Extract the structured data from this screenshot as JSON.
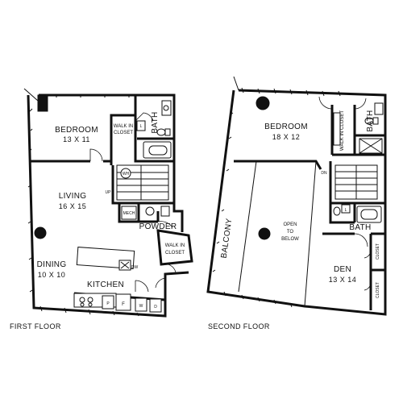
{
  "first_floor": {
    "caption": "FIRST FLOOR",
    "rooms": {
      "bedroom": {
        "name": "BEDROOM",
        "dims": "13 X 11"
      },
      "bath": {
        "name": "BATH"
      },
      "walk_in_closet": {
        "line1": "WALK IN",
        "line2": "CLOSET"
      },
      "living": {
        "name": "LIVING",
        "dims": "16 X 15"
      },
      "dining": {
        "name": "DINING",
        "dims": "10 X 10"
      },
      "kitchen": {
        "name": "KITCHEN"
      },
      "powder": {
        "name": "POWDER"
      },
      "walk_in_closet_2": {
        "line1": "WALK IN",
        "line2": "CLOSET"
      }
    },
    "fixtures": {
      "stair_up": "UP",
      "water_heater": "WH",
      "mech": "MECH",
      "dishwasher": "DW",
      "linen": "L",
      "pantry": "P",
      "fridge": "F",
      "washer": "W",
      "dryer": "D"
    }
  },
  "second_floor": {
    "caption": "SECOND FLOOR",
    "rooms": {
      "bedroom": {
        "name": "BEDROOM",
        "dims": "18 X 12"
      },
      "bath_top": {
        "name": "BATH"
      },
      "walk_in_closet": {
        "text": "WALK IN CLOSET"
      },
      "open_to_below": {
        "line1": "OPEN",
        "line2": "TO",
        "line3": "BELOW"
      },
      "balcony": {
        "name": "BALCONY"
      },
      "bath": {
        "name": "BATH"
      },
      "den": {
        "name": "DEN",
        "dims": "13 X 14"
      },
      "closet_1": {
        "name": "CLOSET"
      },
      "closet_2": {
        "name": "CLOSET"
      }
    },
    "fixtures": {
      "stair_down": "DN",
      "linen": "L"
    }
  }
}
